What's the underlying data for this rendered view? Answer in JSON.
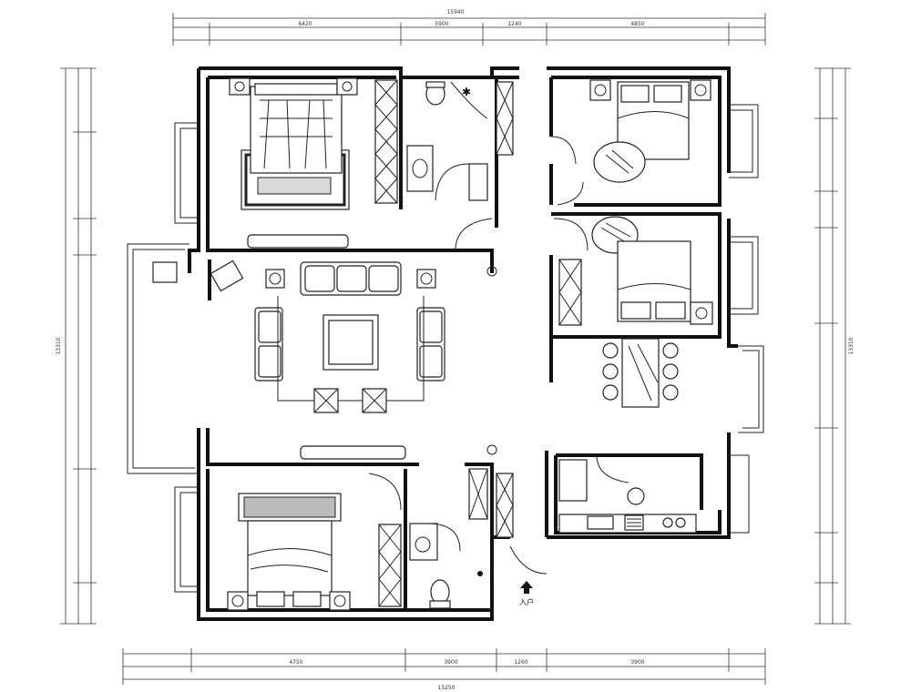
{
  "plan": {
    "entrance_label": "入户"
  },
  "dimensions": {
    "top_total": "15940",
    "bottom_total": "15250",
    "left_total": "13310",
    "right_total": "13310",
    "top_segments": [
      "6420",
      "5900",
      "1240",
      "4850"
    ],
    "bottom_segments": [
      "4750",
      "3900",
      "1260",
      "3900"
    ]
  }
}
